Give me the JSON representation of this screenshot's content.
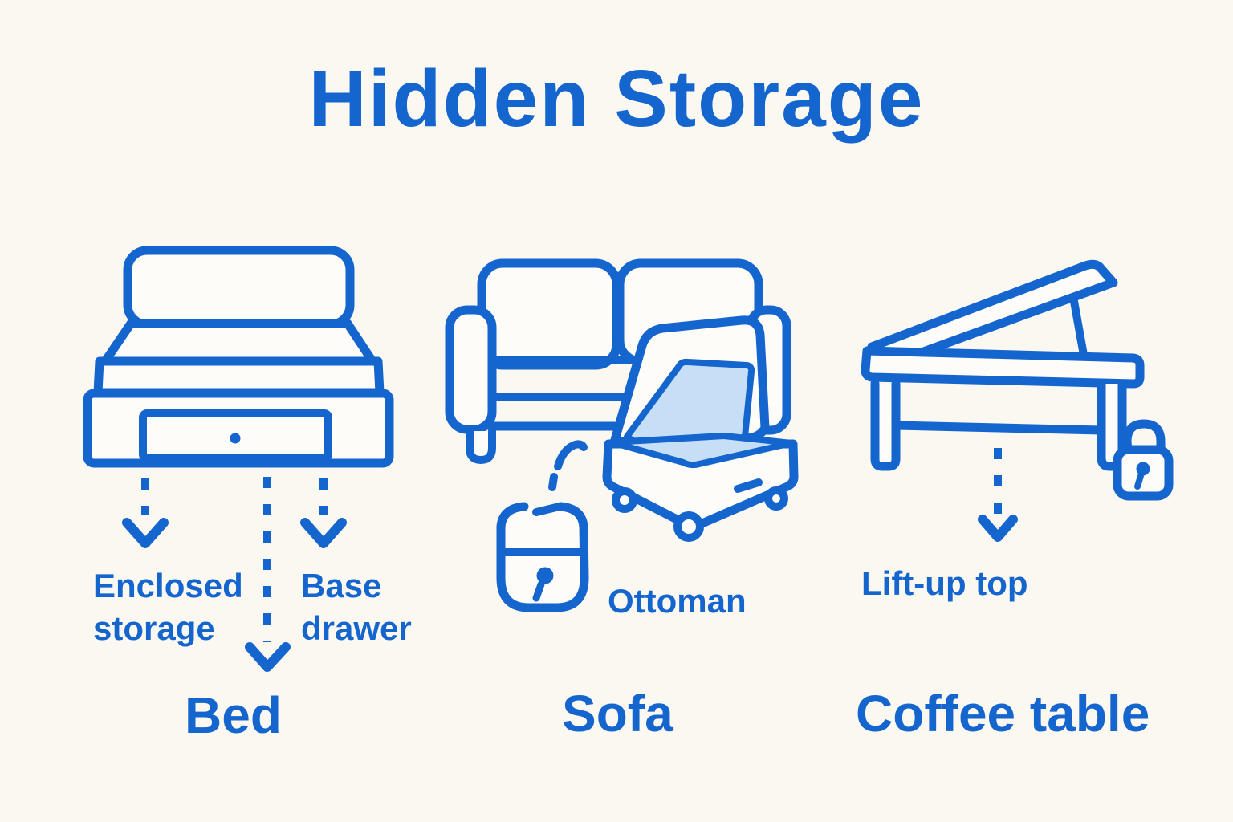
{
  "title": "Hidden Storage",
  "colors": {
    "accent": "#1565CE",
    "light_fill": "#C6DFF6",
    "background": "#FAF8F1"
  },
  "sections": {
    "bed": {
      "label": "Bed",
      "annotation_1": "Enclosed storage",
      "annotation_2": "Base drawer"
    },
    "sofa": {
      "label": "Sofa",
      "annotation_1": "Ottoman"
    },
    "coffee_table": {
      "label": "Coffee table",
      "annotation_1": "Lift-up top"
    }
  }
}
